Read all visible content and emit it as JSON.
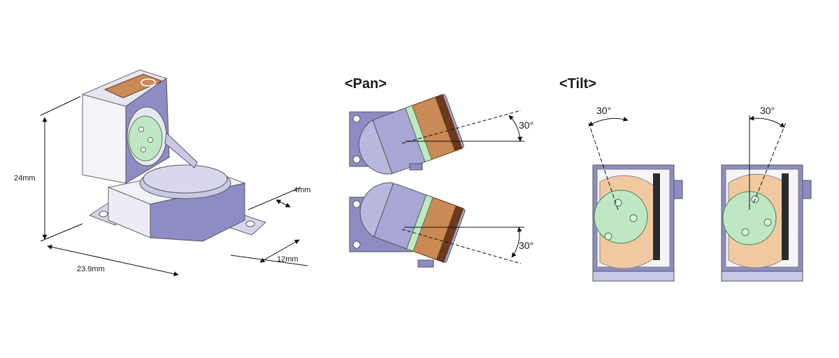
{
  "labels": {
    "pan_title": "<Pan>",
    "tilt_title": "<Tilt>",
    "height": "24mm",
    "width": "23.9mm",
    "depth": "12mm",
    "thickness": "4mm",
    "pan_angle_top": "30°",
    "pan_angle_bottom": "30°",
    "tilt_angle_left": "30°",
    "tilt_angle_right": "30°"
  },
  "colors": {
    "body": "#8e8cc4",
    "body_dark": "#6f6da6",
    "body_light": "#c9c8e6",
    "frame": "#ebebf3",
    "copper": "#c98a55",
    "gear": "#f0c9a0",
    "disc": "#bfe7c3",
    "pcb": "#6c3a1e"
  }
}
